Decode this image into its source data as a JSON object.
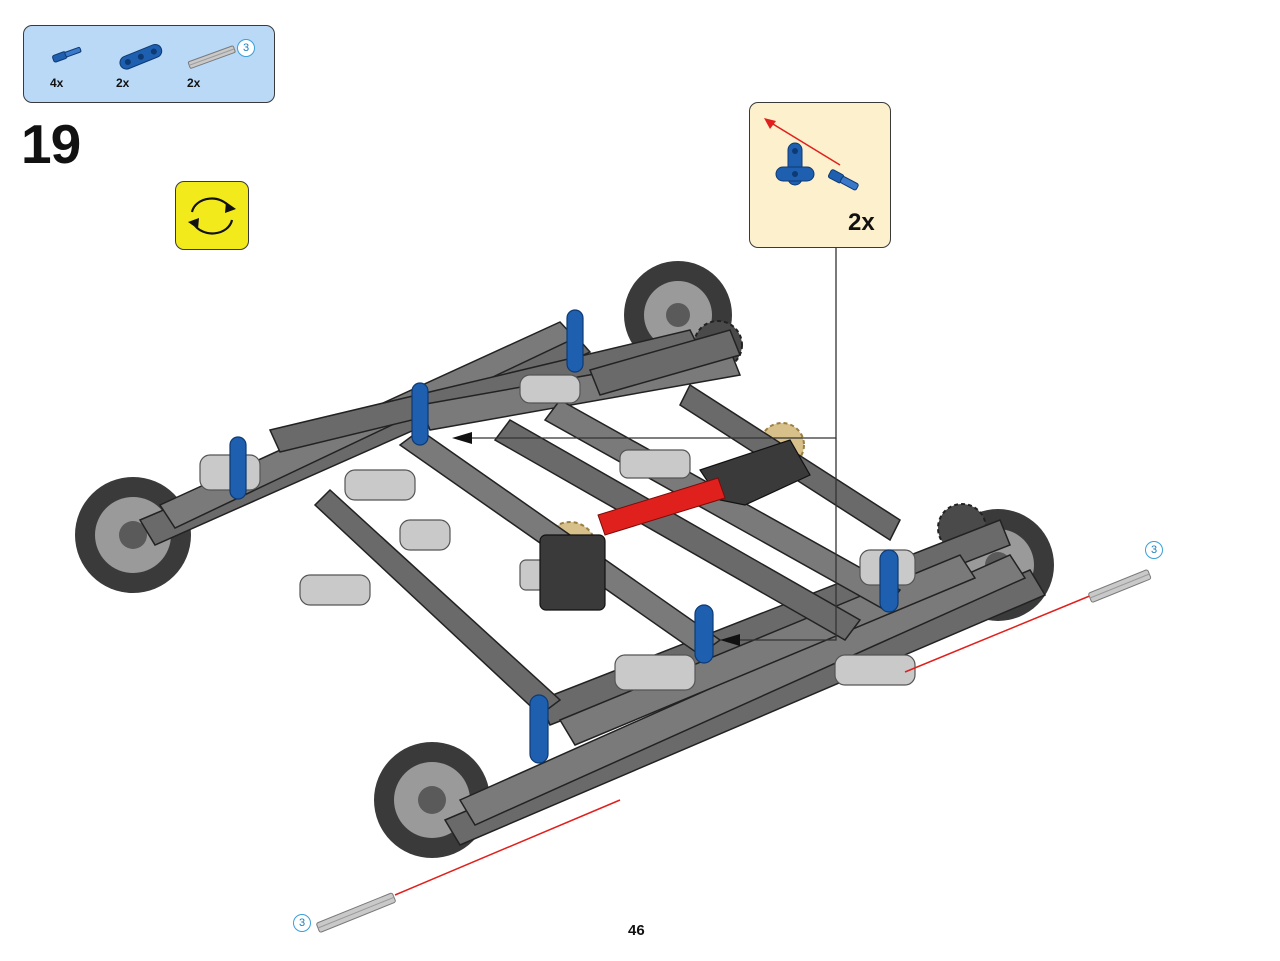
{
  "step": {
    "number": "19",
    "page_number": "46"
  },
  "parts_list": {
    "items": [
      {
        "name": "blue-pin-icon",
        "quantity": "4x"
      },
      {
        "name": "blue-beam-icon",
        "quantity": "2x"
      },
      {
        "name": "grey-axle-icon",
        "quantity": "2x",
        "length": "3"
      }
    ]
  },
  "callout": {
    "quantity": "2x"
  },
  "axles": {
    "right_length": "3",
    "left_length": "3"
  },
  "colors": {
    "parts_box": "#b9d9f7",
    "callout_box": "#fdf0cc",
    "rotate_icon": "#f3ea1c",
    "technic_blue": "#1f5fb0",
    "dark_grey": "#6a6a6a",
    "light_grey": "#c9c9c9",
    "tan": "#d8c08a",
    "red": "#e0201c"
  },
  "icons": {
    "rotate": "rotate-model-icon"
  }
}
